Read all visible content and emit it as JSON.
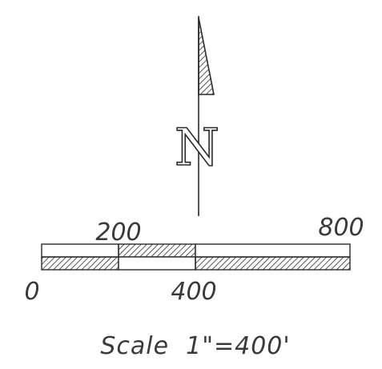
{
  "north_arrow": {
    "letter": "N",
    "icon": "north-arrow-icon"
  },
  "scale_bar": {
    "upper_labels": [
      "200",
      "800"
    ],
    "lower_labels": [
      "0",
      "400"
    ],
    "caption": "Scale  1\"=400'"
  },
  "colors": {
    "ink": "#2a2a2a",
    "text": "#3a3a3a",
    "background": "#ffffff"
  }
}
